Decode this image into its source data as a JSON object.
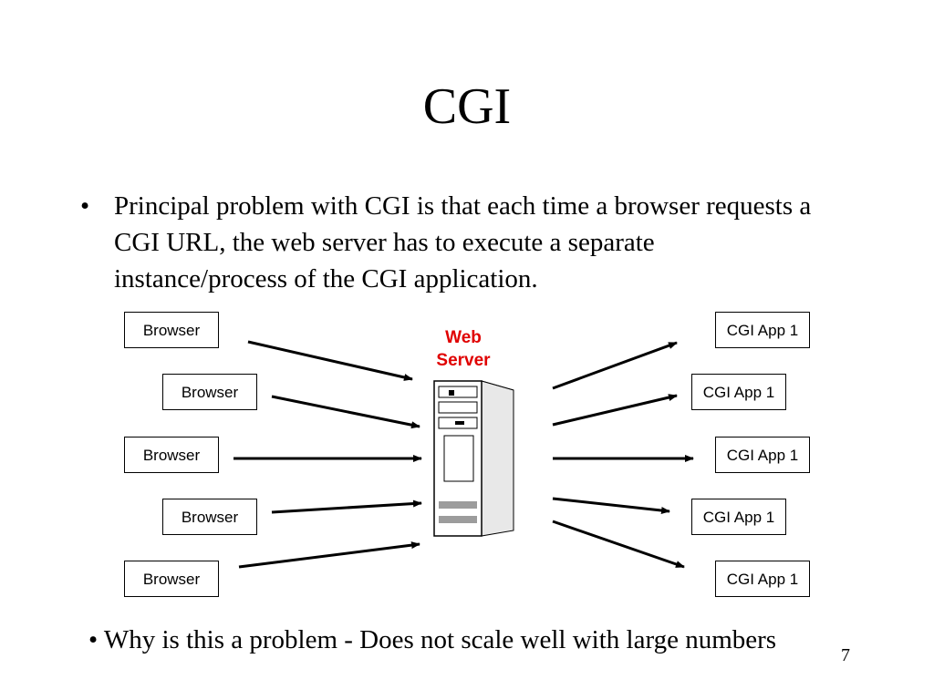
{
  "title": "CGI",
  "bullet": {
    "symbol": "•",
    "text": "Principal problem with CGI is that each time a browser requests a CGI URL, the web server has to execute a separate instance/process of the CGI application."
  },
  "diagram": {
    "browsers": [
      "Browser",
      "Browser",
      "Browser",
      "Browser",
      "Browser"
    ],
    "server_label": "Web Server",
    "server_icon": "server-tower-icon",
    "apps": [
      "CGI App 1",
      "CGI App 1",
      "CGI App 1",
      "CGI App 1",
      "CGI App 1"
    ],
    "server_label_color": "#e00000"
  },
  "bottom_bullet": "• Why is this a problem - Does not scale well with large numbers",
  "page_number": "7"
}
